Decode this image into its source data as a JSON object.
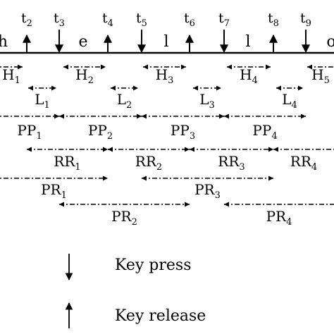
{
  "timeline": {
    "letters": [
      "h",
      "e",
      "l",
      "l",
      "o"
    ],
    "times": [
      "t2",
      "t3",
      "t4",
      "t5",
      "t6",
      "t7",
      "t8",
      "t9"
    ]
  },
  "intervals": {
    "hold": [
      "H1",
      "H2",
      "H3",
      "H4",
      "H5"
    ],
    "latency": [
      "L1",
      "L2",
      "L3",
      "L4"
    ],
    "press_press": [
      "PP1",
      "PP2",
      "PP3",
      "PP4"
    ],
    "release_release": [
      "RR1",
      "RR2",
      "RR3",
      "RR4"
    ],
    "press_release_odd": [
      "PR1",
      "PR3"
    ],
    "press_release_even": [
      "PR2",
      "PR4"
    ]
  },
  "legend": {
    "key_press": "Key press",
    "key_release": "Key release"
  }
}
